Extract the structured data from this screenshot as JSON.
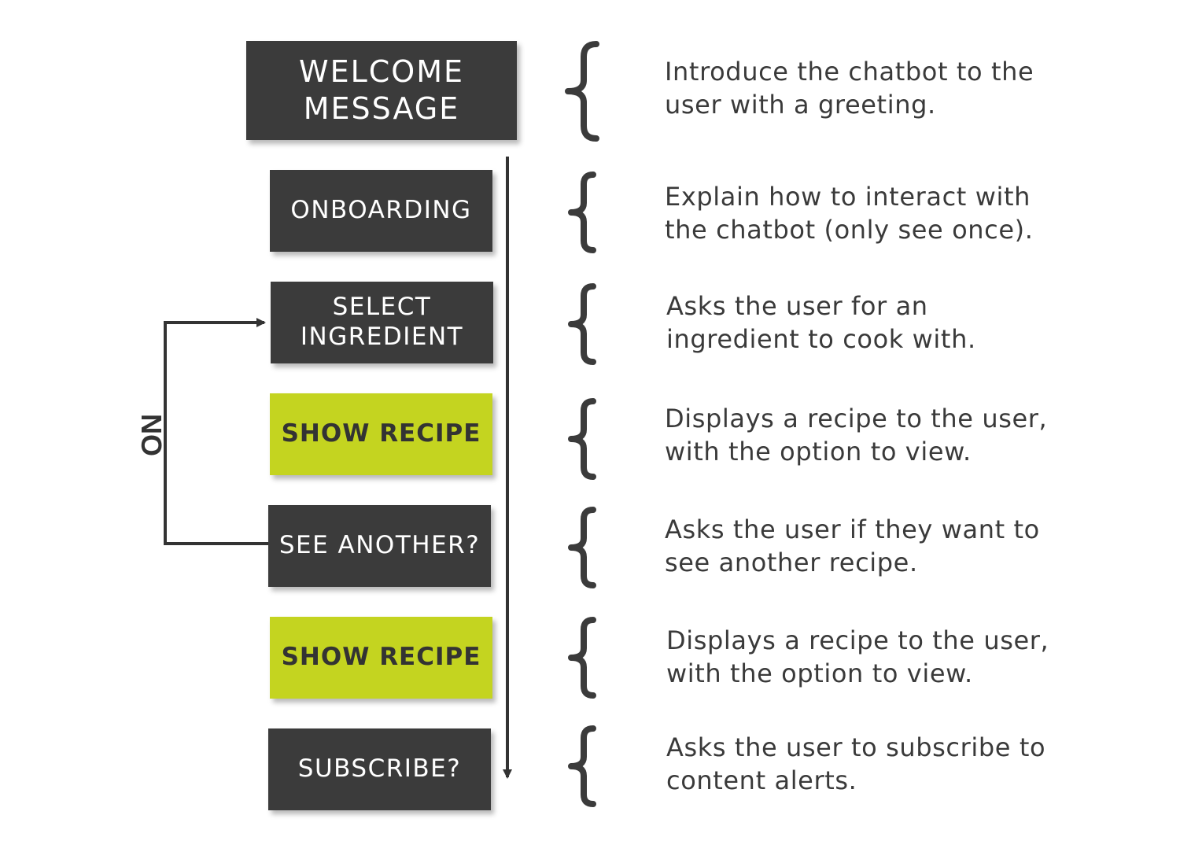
{
  "steps": [
    {
      "label": "WELCOME\nMESSAGE",
      "description": "Introduce the chatbot to the\nuser with a greeting."
    },
    {
      "label": "ONBOARDING",
      "description": "Explain how to interact with\nthe chatbot (only see once)."
    },
    {
      "label": "SELECT\nINGREDIENT",
      "description": "Asks the user for an\ningredient to cook with."
    },
    {
      "label": "SHOW RECIPE",
      "description": "Displays a recipe to the user,\nwith the option to view."
    },
    {
      "label": "SEE ANOTHER?",
      "description": "Asks the user if they want to\nsee another recipe."
    },
    {
      "label": "SHOW RECIPE",
      "description": "Displays a recipe to the user,\nwith the option to view."
    },
    {
      "label": "SUBSCRIBE?",
      "description": "Asks the user to subscribe to\ncontent alerts."
    }
  ],
  "loop_label": "NO",
  "colors": {
    "dark_box": "#3b3b3b",
    "highlight_box": "#c4d420",
    "text": "#3a3a3a",
    "arrow": "#333333"
  }
}
